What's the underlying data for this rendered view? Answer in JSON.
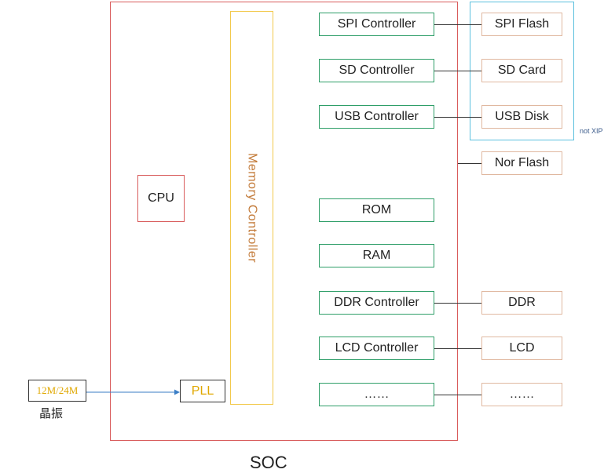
{
  "soc": {
    "label": "SOC"
  },
  "cpu": {
    "label": "CPU"
  },
  "memory_controller": {
    "label": "Memory Controller"
  },
  "pll": {
    "label": "PLL"
  },
  "crystal": {
    "label": "12M/24M",
    "caption": "晶振"
  },
  "not_xip": {
    "label": "not XIP"
  },
  "controllers": [
    {
      "label": "SPI  Controller"
    },
    {
      "label": "SD Controller"
    },
    {
      "label": "USB Controller"
    },
    {
      "label": "ROM"
    },
    {
      "label": "RAM"
    },
    {
      "label": "DDR Controller"
    },
    {
      "label": "LCD Controller"
    },
    {
      "label": "……"
    }
  ],
  "devices": [
    {
      "label": "SPI  Flash"
    },
    {
      "label": "SD Card"
    },
    {
      "label": "USB Disk"
    },
    {
      "label": "Nor Flash"
    },
    {
      "label": "DDR"
    },
    {
      "label": "LCD"
    },
    {
      "label": "……"
    }
  ],
  "colors": {
    "soc_border": "#d95c5c",
    "controller_border": "#2e9e68",
    "device_border": "#e0b8a0",
    "memory_controller_border": "#f2c94c",
    "not_xip_border": "#5bc0de",
    "arrow": "#3a7ec6"
  }
}
